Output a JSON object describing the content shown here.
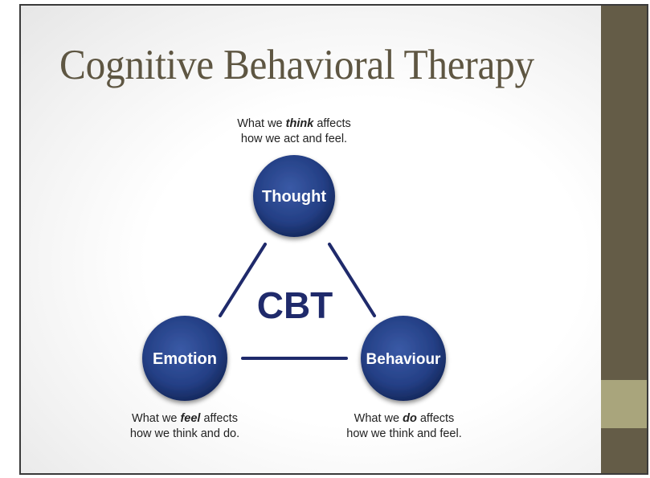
{
  "slide": {
    "title": "Cognitive Behavioral Therapy",
    "colors": {
      "title": "#5e5642",
      "side_band": "#645c47",
      "side_accent": "#a9a57c",
      "node_fill": "#243f85",
      "connector": "#1f2a6b",
      "center_label": "#1f2a6b"
    }
  },
  "diagram": {
    "center_label": "CBT",
    "nodes": [
      {
        "id": "thought",
        "label": "Thought",
        "caption_pre": "What we ",
        "caption_emph": "think",
        "caption_post": " affects",
        "caption_line2": "how we act and feel."
      },
      {
        "id": "emotion",
        "label": "Emotion",
        "caption_pre": "What we ",
        "caption_emph": "feel",
        "caption_post": " affects",
        "caption_line2": "how we think and do."
      },
      {
        "id": "behaviour",
        "label": "Behaviour",
        "caption_pre": "What we ",
        "caption_emph": "do",
        "caption_post": " affects",
        "caption_line2": "how we think and feel."
      }
    ],
    "connections": [
      [
        "thought",
        "emotion"
      ],
      [
        "thought",
        "behaviour"
      ],
      [
        "emotion",
        "behaviour"
      ]
    ]
  }
}
